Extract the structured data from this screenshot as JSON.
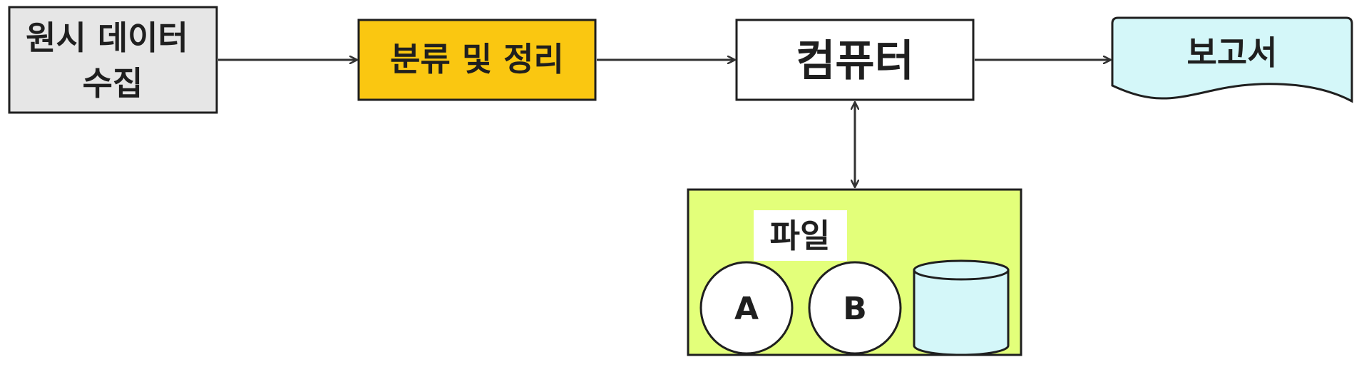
{
  "nodes": {
    "raw_data": {
      "line1": "원시 데이터",
      "line2": "수집"
    },
    "classify": {
      "label": "분류 및 정리"
    },
    "computer": {
      "label": "컴퓨터"
    },
    "report": {
      "label": "보고서"
    },
    "file_group": {
      "label": "파일",
      "disk_a": "A",
      "disk_b": "B"
    }
  },
  "colors": {
    "raw_data_fill": "#e6e6e6",
    "classify_fill": "#fac711",
    "computer_fill": "#ffffff",
    "report_fill": "#d4f7f9",
    "file_group_fill": "#e3ff7a",
    "database_fill": "#d4f7f9",
    "stroke": "#1f1f1f",
    "arrow": "#333333"
  }
}
